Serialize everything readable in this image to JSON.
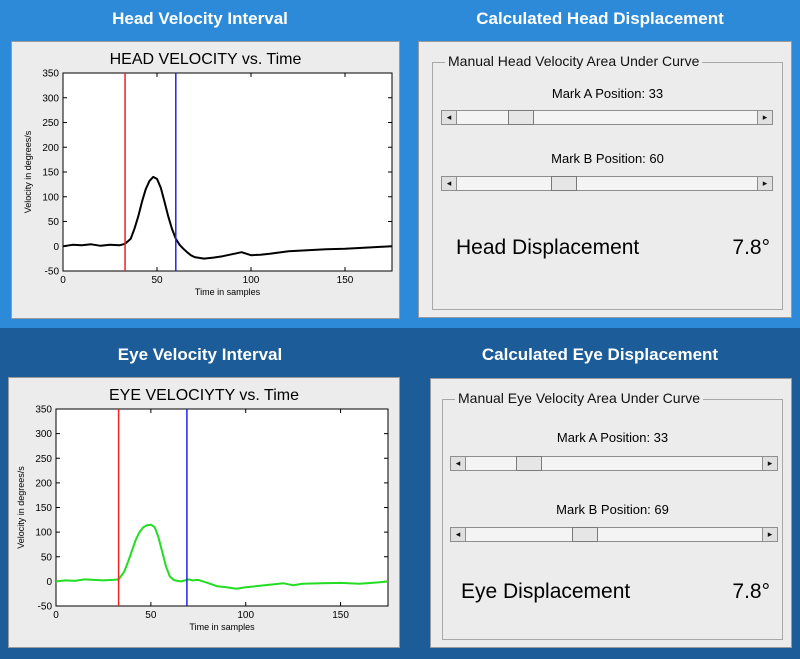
{
  "colors": {
    "mark_a": "#ee2222",
    "mark_b": "#2222ee",
    "head_curve": "#000000",
    "eye_curve": "#22dd22"
  },
  "head_section": {
    "left_heading": "Head Velocity Interval",
    "right_heading": "Calculated Head Displacement",
    "plot_title": "HEAD VELOCITY vs. Time",
    "group_title": "Manual Head Velocity Area Under Curve",
    "mark_a_label": "Mark A Position: 33",
    "mark_b_label": "Mark B Position: 60",
    "mark_a_value": 33,
    "mark_b_value": 60,
    "displacement_label": "Head Displacement",
    "displacement_value": "7.8°"
  },
  "eye_section": {
    "left_heading": "Eye Velocity Interval",
    "right_heading": "Calculated Eye Displacement",
    "plot_title": "EYE VELOCIYTY vs. Time",
    "group_title": "Manual Eye Velocity Area Under Curve",
    "mark_a_label": "Mark A Position: 33",
    "mark_b_label": "Mark B Position: 69",
    "mark_a_value": 33,
    "mark_b_value": 69,
    "displacement_label": "Eye Displacement",
    "displacement_value": "7.8°"
  },
  "slider_range": [
    0,
    175
  ],
  "chart_data": [
    {
      "type": "line",
      "title": "HEAD VELOCITY vs. Time",
      "xlabel": "Time in samples",
      "ylabel": "Velocity in degrees/s",
      "xlim": [
        0,
        175
      ],
      "ylim": [
        -50,
        350
      ],
      "xticks": [
        0,
        50,
        100,
        150
      ],
      "yticks": [
        -50,
        0,
        50,
        100,
        150,
        200,
        250,
        300,
        350
      ],
      "vlines": [
        33,
        60
      ],
      "series": [
        {
          "x": [
            0,
            5,
            10,
            15,
            20,
            25,
            30,
            33,
            36,
            38,
            40,
            42,
            44,
            46,
            48,
            50,
            52,
            54,
            56,
            58,
            60,
            62,
            64,
            66,
            68,
            70,
            75,
            80,
            85,
            90,
            95,
            100,
            105,
            110,
            120,
            130,
            140,
            150,
            160,
            170,
            175
          ],
          "y": [
            0,
            3,
            2,
            4,
            1,
            3,
            2,
            5,
            15,
            35,
            60,
            90,
            115,
            132,
            140,
            136,
            118,
            90,
            60,
            35,
            15,
            3,
            -5,
            -12,
            -18,
            -22,
            -25,
            -23,
            -20,
            -16,
            -12,
            -18,
            -17,
            -15,
            -10,
            -8,
            -6,
            -5,
            -3,
            -1,
            0
          ]
        }
      ]
    },
    {
      "type": "line",
      "title": "EYE VELOCIYTY vs. Time",
      "xlabel": "Time in samples",
      "ylabel": "Velocity in degrees/s",
      "xlim": [
        0,
        175
      ],
      "ylim": [
        -50,
        350
      ],
      "xticks": [
        0,
        50,
        100,
        150
      ],
      "yticks": [
        -50,
        0,
        50,
        100,
        150,
        200,
        250,
        300,
        350
      ],
      "vlines": [
        33,
        69
      ],
      "series": [
        {
          "x": [
            0,
            5,
            10,
            15,
            20,
            25,
            30,
            33,
            36,
            38,
            40,
            42,
            44,
            46,
            48,
            50,
            52,
            54,
            56,
            58,
            60,
            62,
            64,
            66,
            68,
            70,
            72,
            75,
            80,
            85,
            90,
            95,
            100,
            105,
            110,
            115,
            120,
            125,
            130,
            140,
            150,
            160,
            170,
            175
          ],
          "y": [
            0,
            2,
            1,
            4,
            3,
            2,
            3,
            4,
            20,
            40,
            62,
            84,
            100,
            110,
            114,
            115,
            110,
            90,
            60,
            30,
            10,
            3,
            1,
            0,
            2,
            4,
            2,
            3,
            -3,
            -10,
            -12,
            -15,
            -12,
            -10,
            -8,
            -6,
            -4,
            -8,
            -5,
            -4,
            -3,
            -5,
            -2,
            0
          ]
        }
      ]
    }
  ]
}
